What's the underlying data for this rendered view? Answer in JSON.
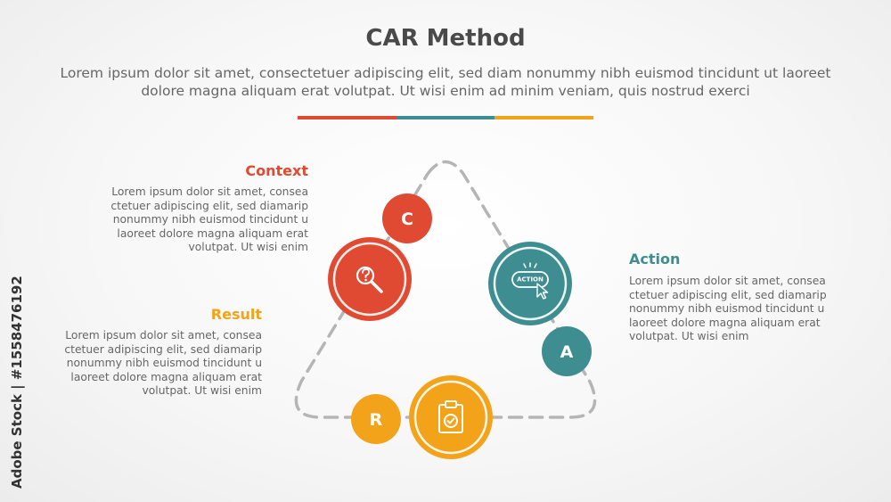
{
  "header": {
    "title": "CAR Method",
    "subtitle": "Lorem ipsum dolor sit amet, consectetuer adipiscing elit, sed diam nonummy nibh euismod tincidunt ut laoreet dolore magna aliquam erat volutpat. Ut wisi enim ad minim veniam, quis nostrud exerci"
  },
  "colors": {
    "context": "#e04a33",
    "action": "#3e8d91",
    "result": "#f3a31a",
    "dashes": "#b5b5b5"
  },
  "steps": [
    {
      "key": "context",
      "letter": "C",
      "title": "Context",
      "text": "Lorem ipsum dolor sit amet, consea ctetuer adipiscing elit, sed diamarip nonummy nibh euismod tincidunt u laoreet dolore magna aliquam erat volutpat. Ut wisi enim",
      "icon": "search-question-icon"
    },
    {
      "key": "action",
      "letter": "A",
      "title": "Action",
      "text": "Lorem ipsum dolor sit amet, consea ctetuer adipiscing elit, sed diamarip nonummy nibh euismod tincidunt u laoreet dolore magna aliquam erat volutpat. Ut wisi enim",
      "icon": "action-button-cursor-icon",
      "icon_label": "ACTION"
    },
    {
      "key": "result",
      "letter": "R",
      "title": "Result",
      "text": "Lorem ipsum dolor sit amet, consea ctetuer adipiscing elit, sed diamarip nonummy nibh euismod tincidunt u laoreet dolore magna aliquam erat volutpat. Ut wisi enim",
      "icon": "clipboard-check-icon"
    }
  ],
  "watermark": {
    "side_text": "Adobe Stock | #1558476192"
  }
}
